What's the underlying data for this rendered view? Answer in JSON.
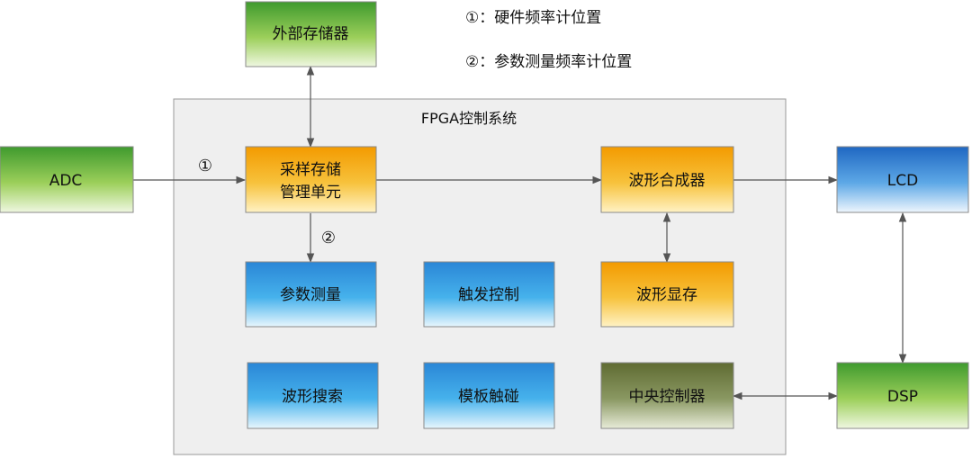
{
  "legend": {
    "item1": "①：硬件频率计位置",
    "item2": "②：参数测量频率计位置"
  },
  "container": {
    "title": "FPGA控制系统"
  },
  "nodes": {
    "ext_storage": "外部存储器",
    "adc": "ADC",
    "sampling_line1": "采样存储",
    "sampling_line2": "管理单元",
    "waveform_synth": "波形合成器",
    "lcd": "LCD",
    "param_measure": "参数测量",
    "trigger_control": "触发控制",
    "waveform_memory": "波形显存",
    "waveform_search": "波形搜索",
    "template_touch": "模板触碰",
    "central_controller": "中央控制器",
    "dsp": "DSP"
  },
  "markers": {
    "m1": "①",
    "m2": "②"
  },
  "colors": {
    "green": "#9ccf5a",
    "orange": "#f7b425",
    "blue": "#38aae8",
    "olive": "#7e8a55"
  }
}
